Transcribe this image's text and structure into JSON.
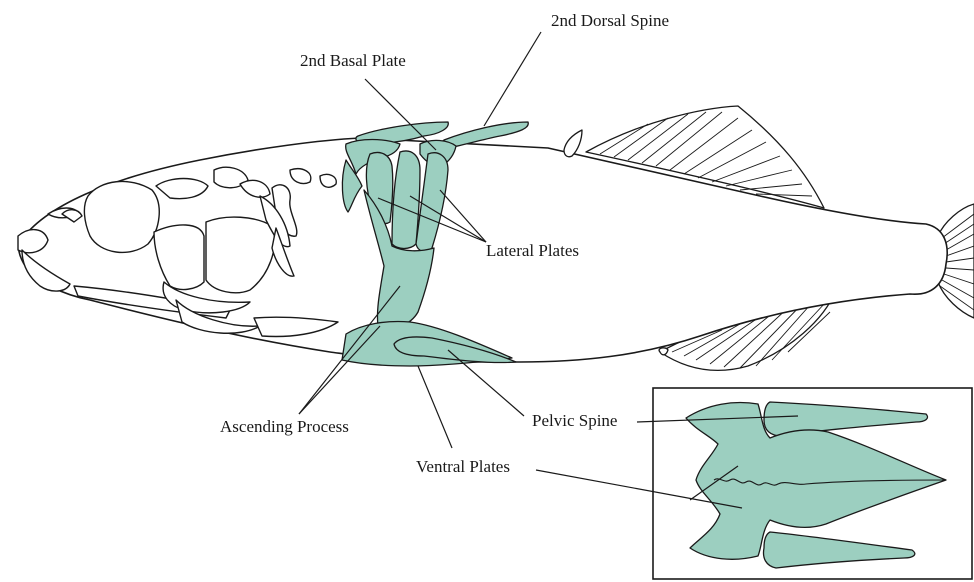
{
  "colors": {
    "plate_fill": "#9ccfc0",
    "outline": "#1a1a1a",
    "background": "#ffffff"
  },
  "labels": {
    "dorsal_spine": "2nd Dorsal Spine",
    "basal_plate": "2nd Basal Plate",
    "lateral_plates": "Lateral Plates",
    "ascending_process": "Ascending Process",
    "pelvic_spine": "Pelvic Spine",
    "ventral_plates": "Ventral Plates"
  }
}
